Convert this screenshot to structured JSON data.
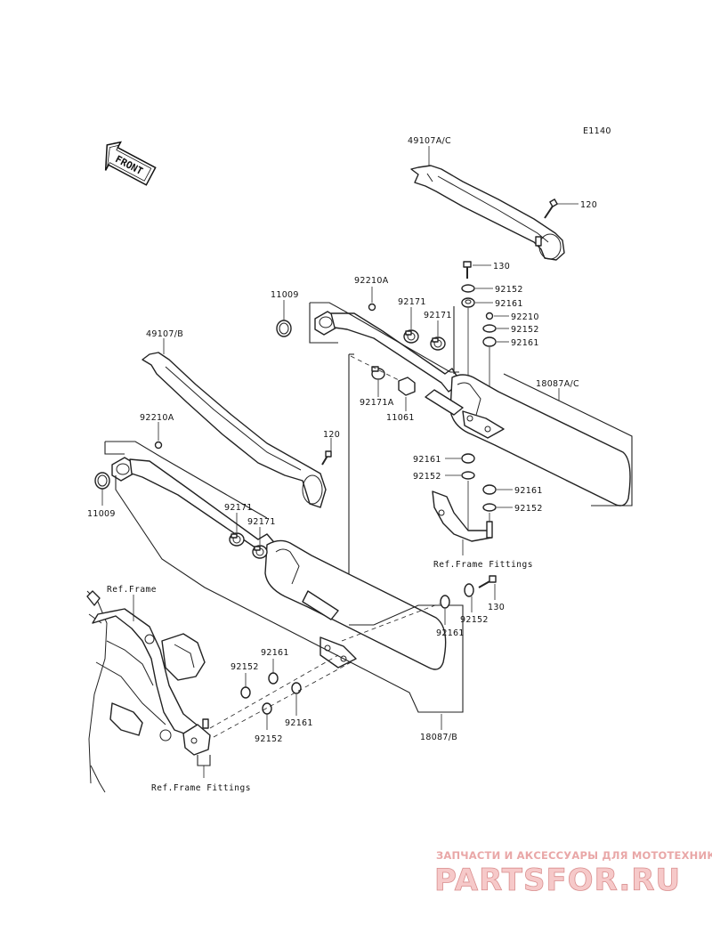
{
  "diagram_code": "E1140",
  "front_arrow_label": "FRONT",
  "callouts": {
    "c49107AC": "49107A/C",
    "c120_top": "120",
    "c130_top": "130",
    "c92152_a": "92152",
    "c92161_a": "92161",
    "c92210A_top": "92210A",
    "c11009_top": "11009",
    "c92171_a": "92171",
    "c92171_b": "92171",
    "c92210": "92210",
    "c92152_b": "92152",
    "c92161_b": "92161",
    "c18087AC": "18087A/C",
    "c92171A": "92171A",
    "c11061": "11061",
    "c92161_c": "92161",
    "c92152_c": "92152",
    "c92161_d": "92161",
    "c92152_d": "92152",
    "ref_frame_fittings_right": "Ref.Frame Fittings",
    "c49107B": "49107/B",
    "c92210A_left": "92210A",
    "c120_left": "120",
    "c11009_left": "11009",
    "c92171_c": "92171",
    "c92171_d": "92171",
    "c130_lower": "130",
    "c92161_e": "92161",
    "c92152_e": "92152",
    "ref_frame": "Ref.Frame",
    "c92161_f": "92161",
    "c92152_f": "92152",
    "c92152_g": "92152",
    "c92161_g": "92161",
    "c18087B": "18087/B",
    "ref_frame_fittings_left": "Ref.Frame Fittings"
  },
  "watermark": {
    "tagline": "ЗАПЧАСТИ И АКСЕССУАРЫ ДЛЯ МОТОТЕХНИКИ",
    "brand": "PARTSFOR.RU"
  }
}
